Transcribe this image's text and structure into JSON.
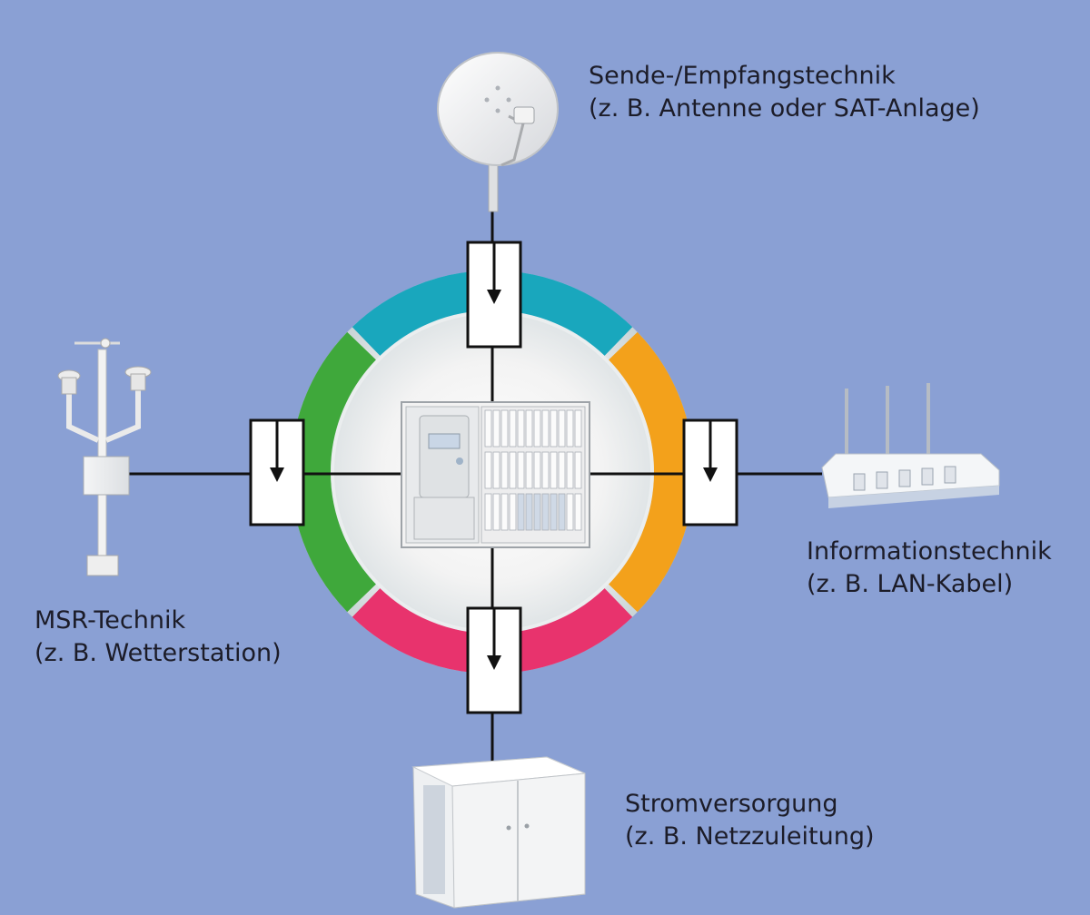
{
  "labels": {
    "transmission": {
      "line1": "Sende-/Empfangstechnik",
      "line2": "(z. B. Antenne oder SAT-Anlage)"
    },
    "information": {
      "line1": "Informationstechnik",
      "line2": "(z. B. LAN-Kabel)"
    },
    "msr": {
      "line1": "MSR-Technik",
      "line2": "(z. B. Wetterstation)"
    },
    "power": {
      "line1": "Stromversorgung",
      "line2": "(z. B. Netzzuleitung)"
    }
  },
  "colors": {
    "background": "#8aa0d4",
    "ring_top": "#19a7bd",
    "ring_right": "#f3a11b",
    "ring_bottom": "#e8336d",
    "ring_left": "#3fa83b",
    "line": "#111111"
  },
  "icons": {
    "center": "distribution-cabinet-icon",
    "top": "satellite-dish-icon",
    "right": "router-icon",
    "bottom": "transformer-station-icon",
    "left": "weather-station-icon"
  }
}
